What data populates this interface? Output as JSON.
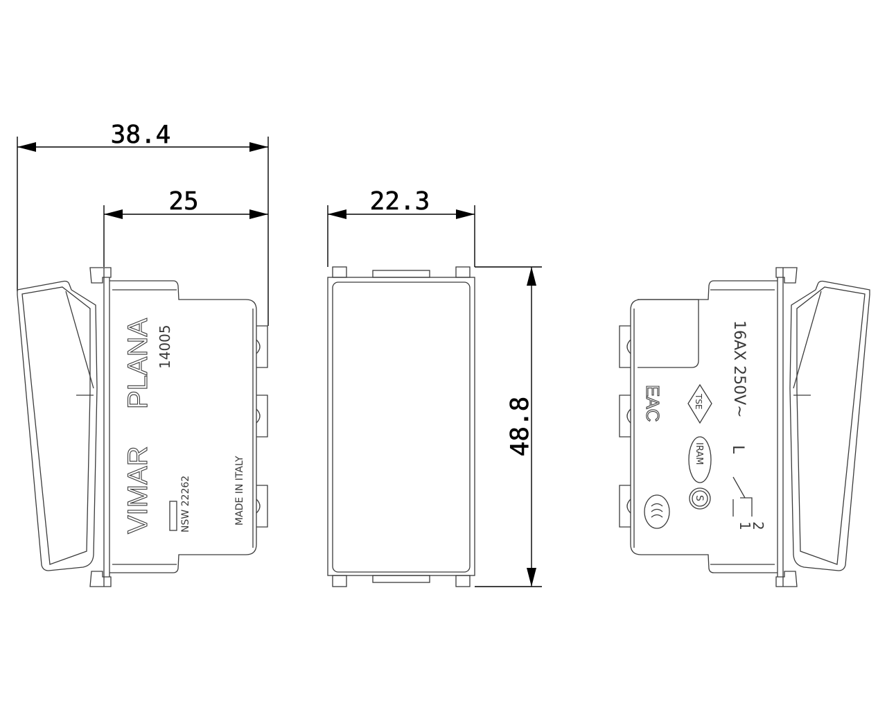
{
  "dimensions": {
    "overall_depth": "38.4",
    "body_depth": "25",
    "width": "22.3",
    "height": "48.8"
  },
  "left_view": {
    "brand": "VIMAR",
    "series": "PLANA",
    "code": "14005",
    "certificate": "NSW 22262",
    "origin": "MADE IN ITALY"
  },
  "right_view": {
    "rating": "16AX 250V~",
    "eac_mark": "EAC",
    "tse_mark": "TSE",
    "iram_mark": "IRAM",
    "s_mark": "S",
    "terminal_l": "L",
    "terminal_2": "2",
    "terminal_1": "1"
  },
  "colors": {
    "line": "#3a3a3a",
    "dimension": "#000000"
  }
}
